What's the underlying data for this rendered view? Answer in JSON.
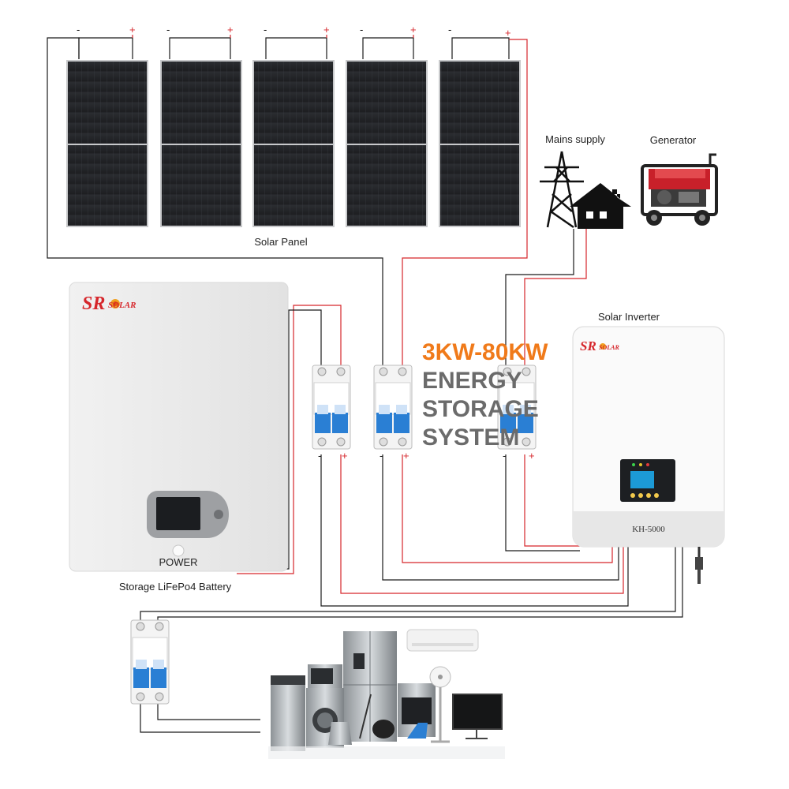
{
  "labels": {
    "solar_panel": "Solar Panel",
    "mains_supply": "Mains supply",
    "generator": "Generator",
    "solar_inverter": "Solar Inverter",
    "battery": "Storage LiFePo4 Battery",
    "power": "POWER",
    "inverter_model": "KH-5000"
  },
  "headline": {
    "line1": "3KW-80KW",
    "line2": "ENERGY",
    "line3": "STORAGE",
    "line4": "SYSTEM"
  },
  "brand": {
    "sr": "SR",
    "solar": "SOLAR"
  },
  "polarity": {
    "negative": "-",
    "positive": "+"
  },
  "colors": {
    "positive_wire": "#d6262b",
    "negative_wire": "#1a1a1a",
    "accent": "#f07a1a",
    "breaker_blue": "#2a7fd4"
  },
  "icons": {
    "mains": "pylon-house-icon",
    "generator": "generator-icon",
    "appliances": "home-appliances-icon"
  }
}
